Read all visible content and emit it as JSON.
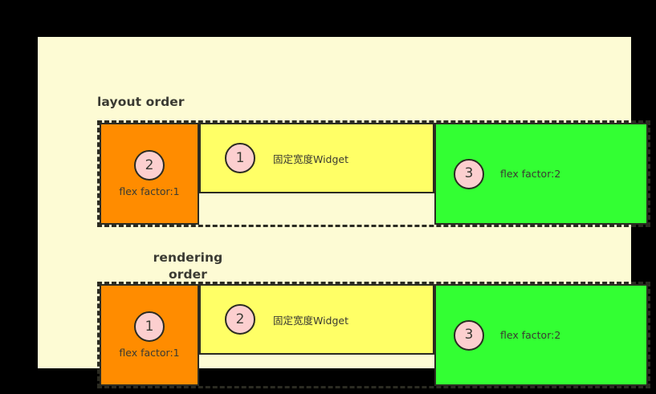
{
  "page": {
    "background_color": "#000000",
    "panel_color": "#FDFBD4"
  },
  "colors": {
    "orange": "#FF8C00",
    "yellow": "#FFFF66",
    "green": "#33FF33",
    "badge_fill": "#FCCFCF",
    "stroke": "#2B2B22",
    "text": "#3A3A32"
  },
  "sections": [
    {
      "title": "layout order",
      "cells": [
        {
          "badge": "2",
          "label": "flex factor:1",
          "color_name": "orange"
        },
        {
          "badge": "1",
          "label": "固定宽度Widget",
          "color_name": "yellow"
        },
        {
          "badge": "3",
          "label": "flex factor:2",
          "color_name": "green"
        }
      ]
    },
    {
      "title": "rendering\norder",
      "cells": [
        {
          "badge": "1",
          "label": "flex factor:1",
          "color_name": "orange"
        },
        {
          "badge": "2",
          "label": "固定宽度Widget",
          "color_name": "yellow"
        },
        {
          "badge": "3",
          "label": "flex factor:2",
          "color_name": "green"
        }
      ]
    }
  ]
}
